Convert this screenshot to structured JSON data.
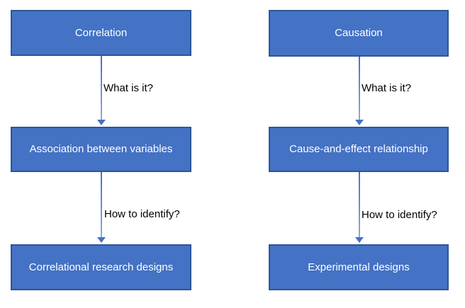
{
  "diagram": {
    "title": "Correlation vs Causation flowchart",
    "colors": {
      "box_fill": "#4472C4",
      "box_border": "#2F5597",
      "arrow_line_top": "#4472C4",
      "arrow_line_bottom": "#8FAADC",
      "arrow_head": "#4472C4",
      "box_text": "#ffffff",
      "label_text": "#000000",
      "background": "#ffffff"
    },
    "columns": [
      {
        "name": "correlation",
        "boxes": [
          {
            "label": "Correlation"
          },
          {
            "label": "Association between variables"
          },
          {
            "label": "Correlational research designs"
          }
        ],
        "arrows": [
          {
            "label": "What is it?"
          },
          {
            "label": "How to identify?"
          }
        ]
      },
      {
        "name": "causation",
        "boxes": [
          {
            "label": "Causation"
          },
          {
            "label": "Cause-and-effect relationship"
          },
          {
            "label": "Experimental designs"
          }
        ],
        "arrows": [
          {
            "label": "What is it?"
          },
          {
            "label": "How to identify?"
          }
        ]
      }
    ]
  }
}
